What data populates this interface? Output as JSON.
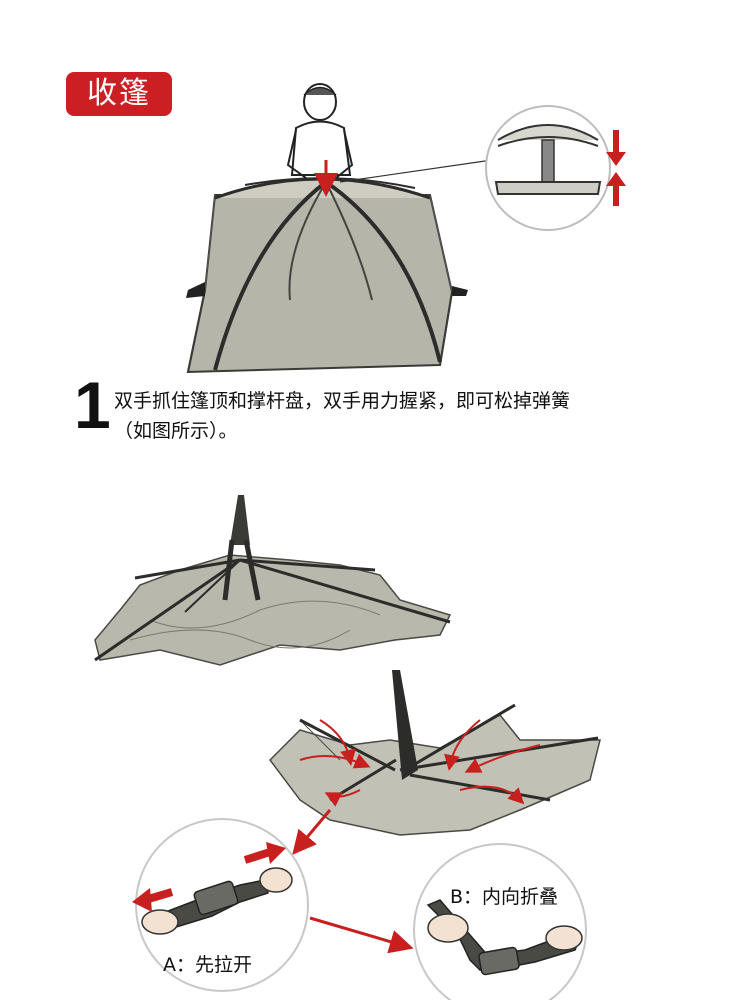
{
  "header": {
    "badge_label": "收篷"
  },
  "step1": {
    "number": "1",
    "line1": "双手抓住篷顶和撑杆盘，双手用力握紧，即可松掉弹簧",
    "line2": "（如图所示）。"
  },
  "callouts": {
    "a_label": "A：先拉开",
    "b_label": "B：内向折叠"
  },
  "colors": {
    "accent": "#cc1f24",
    "tent_fabric": "#b7b6aa",
    "pole": "#2c2c2a",
    "arrow": "#c8201f"
  }
}
